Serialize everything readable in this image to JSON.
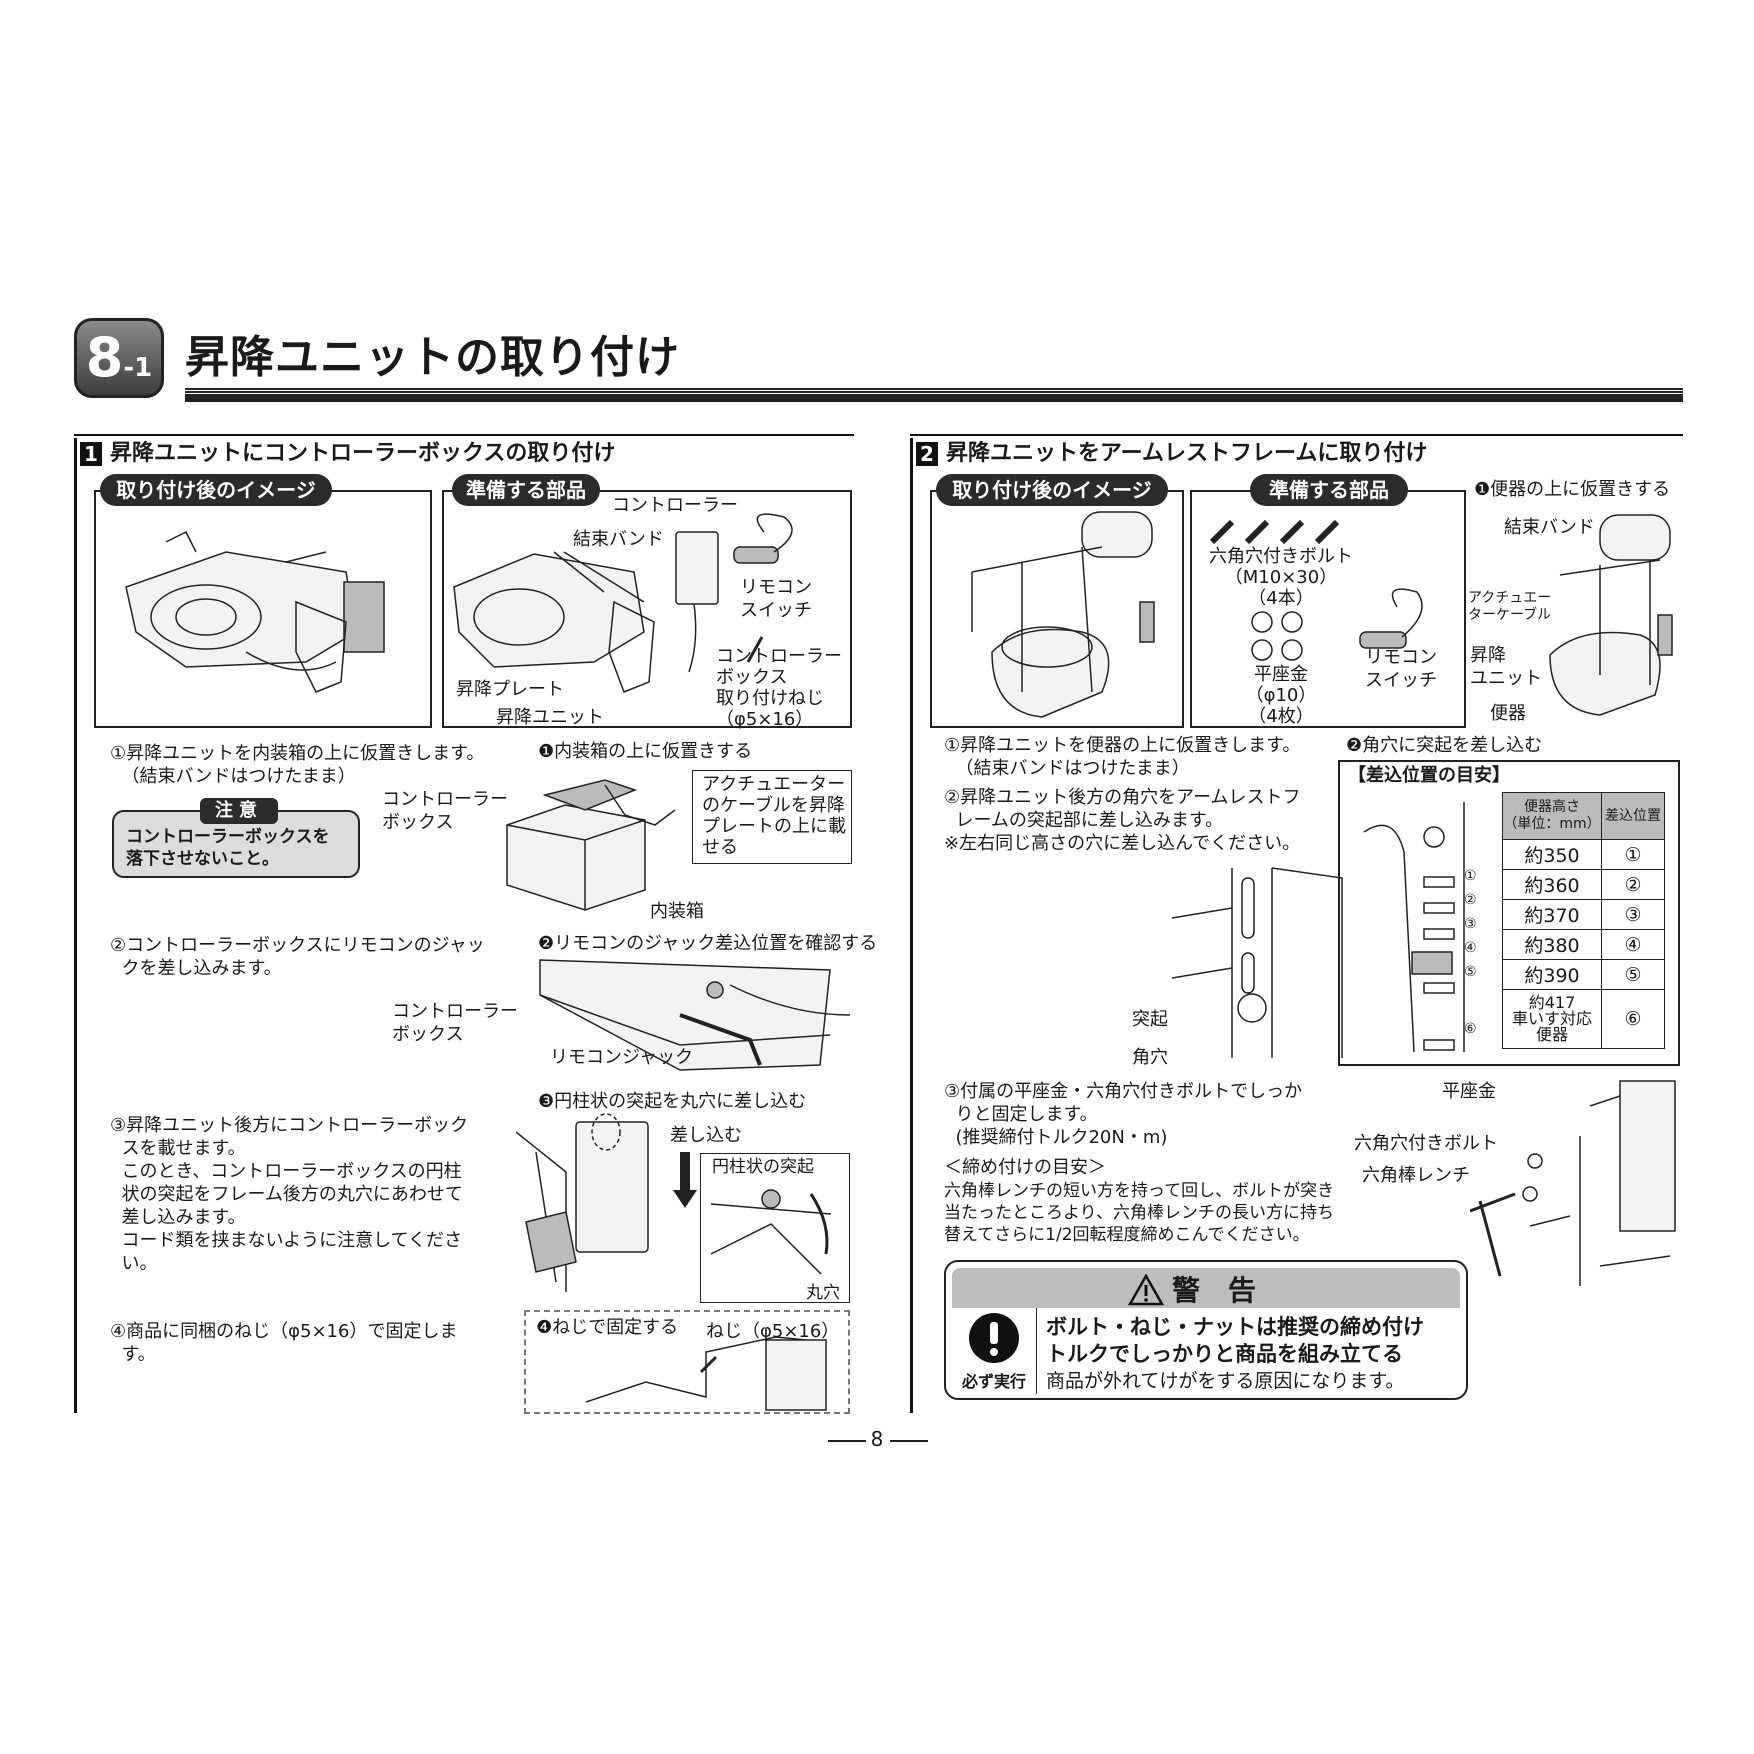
{
  "header": {
    "section_num": "8",
    "section_sub": "-1",
    "title": "昇降ユニットの取り付け"
  },
  "page_number": "8",
  "left": {
    "step_num": "1",
    "heading": "昇降ユニットにコントローラーボックスの取り付け",
    "after_image_label": "取り付け後のイメージ",
    "parts_label": "準備する部品",
    "parts": {
      "controller": "コントローラー",
      "binding_band": "結束バンド",
      "remote_switch": [
        "リモコン",
        "スイッチ"
      ],
      "screw": [
        "コントローラー",
        "ボックス",
        "取り付けねじ",
        "（φ5×16）"
      ],
      "lift_plate": "昇降プレート",
      "lift_unit": "昇降ユニット"
    },
    "step1": [
      "①昇降ユニットを内装箱の上に仮置きします。",
      "（結束バンドはつけたまま）"
    ],
    "fig1": {
      "caption": "❶内装箱の上に仮置きする",
      "controller_box": [
        "コントローラー",
        "ボックス"
      ],
      "actuator_note": [
        "アクチュエーター",
        "のケーブルを昇降",
        "プレートの上に載",
        "せる"
      ],
      "inner_box": "内装箱"
    },
    "caution": {
      "label": "注意",
      "text": [
        "コントローラーボックスを",
        "落下させないこと。"
      ]
    },
    "step2": [
      "②コントローラーボックスにリモコンのジャッ",
      "クを差し込みます。"
    ],
    "fig2": {
      "caption": "❷リモコンのジャック差込位置を確認する",
      "controller_box": [
        "コントローラー",
        "ボックス"
      ],
      "remote_jack": "リモコンジャック"
    },
    "fig3": {
      "caption": "❸円柱状の突起を丸穴に差し込む",
      "insert": "差し込む",
      "cyl": "円柱状の突起",
      "round_hole": "丸穴"
    },
    "step3": [
      "③昇降ユニット後方にコントローラーボック",
      "スを載せます。",
      "このとき、コントローラーボックスの円柱",
      "状の突起をフレーム後方の丸穴にあわせて",
      "差し込みます。",
      "コード類を挟まないように注意してくださ",
      "い。"
    ],
    "step4": [
      "④商品に同梱のねじ（φ5×16）で固定しま",
      "す。"
    ],
    "fig4": {
      "caption": "❹ねじで固定する",
      "screw": "ねじ（φ5×16）"
    }
  },
  "right": {
    "step_num": "2",
    "heading": "昇降ユニットをアームレストフレームに取り付け",
    "after_image_label": "取り付け後のイメージ",
    "parts_label": "準備する部品",
    "parts": {
      "bolt": [
        "六角穴付きボルト",
        "（M10×30）",
        "（4本）"
      ],
      "washer": [
        "平座金",
        "（φ10）",
        "（4枚）"
      ],
      "remote_switch": [
        "リモコン",
        "スイッチ"
      ]
    },
    "fig1": {
      "caption": "❶便器の上に仮置きする",
      "binding_band": "結束バンド",
      "actuator_cable": [
        "アクチュエー",
        "ターケーブル"
      ],
      "lift_unit": [
        "昇降",
        "ユニット"
      ],
      "toilet": "便器"
    },
    "step1": [
      "①昇降ユニットを便器の上に仮置きします。",
      "（結束バンドはつけたまま）"
    ],
    "step2": [
      "②昇降ユニット後方の角穴をアームレストフ",
      "レームの突起部に差し込みます。",
      "※左右同じ高さの穴に差し込んでください。"
    ],
    "fig2": {
      "caption": "❷角穴に突起を差し込む",
      "protrusion": "突起",
      "square_hole": "角穴"
    },
    "insert_guide": {
      "title": "【差込位置の目安】",
      "col1": [
        "便器高さ",
        "（単位：mm）"
      ],
      "col2": "差込位置",
      "rows": [
        [
          "約350",
          "①"
        ],
        [
          "約360",
          "②"
        ],
        [
          "約370",
          "③"
        ],
        [
          "約380",
          "④"
        ],
        [
          "約390",
          "⑤"
        ],
        [
          "約417\n車いす対応\n便器",
          "⑥"
        ]
      ],
      "hole_labels": [
        "①",
        "②",
        "③",
        "④",
        "⑤",
        "⑥"
      ]
    },
    "step3": [
      "③付属の平座金・六角穴付きボルトでしっか",
      "りと固定します。",
      "(推奨締付トルク20N・m)"
    ],
    "guide_title": "＜締め付けの目安＞",
    "guide_text": [
      "六角棒レンチの短い方を持って回し、ボルトが突き",
      "当たったところより、六角棒レンチの長い方に持ち",
      "替えてさらに1/2回転程度締めこんでください。"
    ],
    "fig3": {
      "washer": "平座金",
      "bolt": "六角穴付きボルト",
      "wrench": "六角棒レンチ"
    },
    "warning": {
      "title": "警　告",
      "must": "必ず実行",
      "text": [
        "ボルト・ねじ・ナットは推奨の締め付け",
        "トルクでしっかりと商品を組み立てる"
      ],
      "sub": "商品が外れてけがをする原因になります。"
    }
  }
}
